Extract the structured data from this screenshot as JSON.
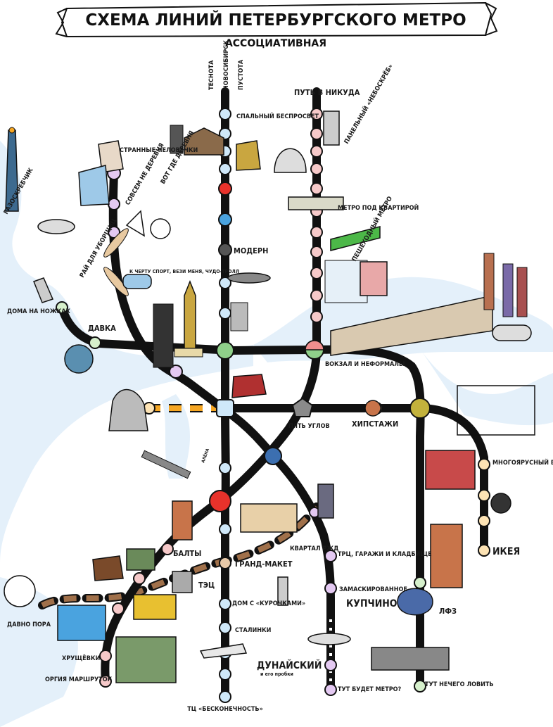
{
  "title": "СХЕМА ЛИНИЙ ПЕТЕРБУРГСКОГО МЕТРО",
  "subtitle": "АССОЦИАТИВНАЯ",
  "colors": {
    "blue": "#4aa3df",
    "red": "#e8322b",
    "green": "#4cb848",
    "orange": "#f5a623",
    "purple": "#9b59c6",
    "brown": "#a0704a",
    "water": "#e4f0fa",
    "station_blue": "#cfe8f9",
    "station_red": "#f6c9c9",
    "station_green": "#d6f0cc",
    "station_purple": "#e4c9f2",
    "station_orange": "#fde3b4"
  },
  "line_top_labels": [
    "ТЕСНОТА",
    "НОВОСИБИРСК",
    "ПУСТОТА"
  ],
  "stations": {
    "put_v_nikuda": "ПУТЬ В НИКУДА",
    "panelny": "ПАНЕЛЬНЫЙ «НЕБОСКРЁБ»",
    "spalny": "СПАЛЬНЫЙ БЕСПРОСВЕТ",
    "strannye": "СТРАННЫЕ ЧЕЛОВЕЧКИ",
    "sovsem_ne_derevnya": "СОВСЕМ НЕ ДЕРЕВНЯ",
    "vot_gde_derevnya": "ВОТ ГДЕ ДЕРЕВНЯ",
    "metro_pod_kvartiroy": "МЕТРО ПОД КВАРТИРОЙ",
    "peshehodny": "ПЕШЕХОДНЫЙ МЕТРО",
    "modern": "МОДЕРН",
    "gazoskrebchik": "ГАЗОСКРЕБЧИК",
    "ray_dlya_uborschic": "РАЙ ДЛЯ УБОРЩИЦ",
    "k_chertu_sport": "К ЧЕРТУ СПОРТ, ВЕЗИ МЕНЯ, ЧУДО-ТРОЛЛ",
    "doma_na_nozhkah": "ДОМА НА НОЖКАХ",
    "davka": "ДАВКА",
    "vokzal_neformaly": "ВОКЗАЛ И НЕФОРМАЛЫ",
    "pyat_uglov": "ПЯТЬ УГЛОВ",
    "hipstazhi": "ХИПСТАЖИ",
    "mnogoyarusny": "МНОГОЯРУСНЫЙ ВОКЗАЛ",
    "ikeya": "ИКЕЯ",
    "balty": "БАЛТЫ",
    "grand_maket": "ГРАНД-МАКЕТ",
    "kvartal_rzhd": "КВАРТАЛ РЖД",
    "trc_garazhi": "ТРЦ, ГАРАЖИ И КЛАДБИЩЕ",
    "zamaskirovannoe": "ЗАМАСКИРОВАННОЕ",
    "kupchino": "КУПЧИНО",
    "tec": "ТЭЦ",
    "dom_s_kurochkami": "ДОМ С «КУРОЧКАМИ»",
    "stalinki": "СТАЛИНКИ",
    "lfz": "ЛФЗ",
    "davno_pora": "ДАВНО ПОРА",
    "hruschevki": "ХРУЩЁВКИ",
    "orgiya_marshrutok": "ОРГИЯ МАРШРУТОК",
    "dunaysky": "ДУНАЙСКИЙ",
    "dunaysky_sub": "и его пробки",
    "tut_budet_metro": "ТУТ БУДЕТ МЕТРО?",
    "trc_beskonechnost": "ТЦ «БЕСКОНЕЧНОСТЬ»",
    "tut_nechego_lovit": "ТУТ НЕЧЕГО ЛОВИТЬ",
    "alien_sign": "АЛЁНА"
  }
}
